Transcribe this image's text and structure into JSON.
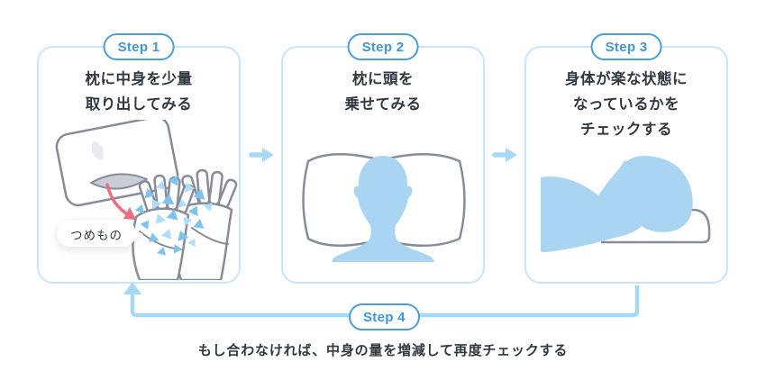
{
  "colors": {
    "accent_blue": "#3F96D9",
    "badge_border": "#4A9EDC",
    "card_border": "#C8E6FB",
    "flow_blue": "#A6D8F8",
    "silhouette_blue": "#A9D4F2",
    "filling_blue": "#7EC3F0",
    "filling_blue_light": "#AEDCF9",
    "outline_gray": "#868D98",
    "text_dark": "#32383F",
    "red_arrow": "#EC6C82"
  },
  "steps": [
    {
      "badge": "Step 1",
      "title": "枕に中身を少量\n取り出してみる",
      "bubble_label": "つめもの"
    },
    {
      "badge": "Step 2",
      "title": "枕に頭を\n乗せてみる"
    },
    {
      "badge": "Step 3",
      "title": "身体が楽な状態に\nなっているかを\nチェックする"
    }
  ],
  "loop": {
    "badge": "Step 4",
    "note": "もし合わなければ、中身の量を増減して再度チェックする"
  }
}
